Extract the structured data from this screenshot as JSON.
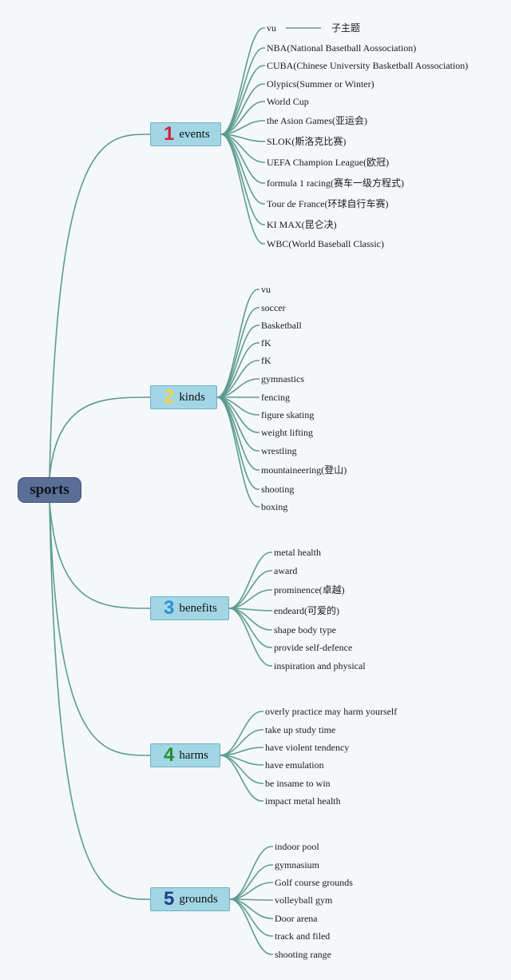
{
  "root": {
    "label": "sports"
  },
  "branches": [
    {
      "number": "1",
      "label": "events",
      "color": "#d2203a",
      "items": [
        "vu",
        "NBA(National Basetball Aossociation)",
        "CUBA(Chinese University Basketball Aossociation)",
        "Olypics(Summer or Winter)",
        "World Cup",
        "the Asion Games(亚运会)",
        "SLOK(斯洛克比赛)",
        "UEFA Champion League(欧冠)",
        "formula 1 racing(赛车一级方程式)",
        "Tour de France(环球自行车赛)",
        "KI MAX(昆仑决)",
        "WBC(World Baseball Classic)"
      ],
      "subtopic": "子主题"
    },
    {
      "number": "2",
      "label": "kinds",
      "color": "#f3d24a",
      "items": [
        "vu",
        "soccer",
        "Basketball",
        "fK",
        "fK",
        "gymnastics",
        "fencing",
        "figure skating",
        "weight lifting",
        "wrestling",
        "mountaineering(登山)",
        "shooting",
        "boxing"
      ]
    },
    {
      "number": "3",
      "label": "benefits",
      "color": "#2f8fd8",
      "items": [
        "metal health",
        "award",
        "prominence(卓越)",
        "endeard(可爱的)",
        "shape body type",
        "provide self-defence",
        "inspiration and physical"
      ]
    },
    {
      "number": "4",
      "label": "harms",
      "color": "#2a8f2e",
      "items": [
        "overly practice may harm yourself",
        "take up study time",
        "have violent tendency",
        "have emulation",
        "be insame to win",
        "impact metal health"
      ]
    },
    {
      "number": "5",
      "label": "grounds",
      "color": "#1f3f86",
      "items": [
        "indoor pool",
        "gymnasium",
        "Golf course grounds",
        "volleyball gym",
        "Door arena",
        "track and filed",
        "shooting range"
      ]
    }
  ],
  "colors": {
    "connector": "#5e9c8e",
    "branch_fill": "#a2d6e5",
    "root_fill": "#5b6f96"
  }
}
